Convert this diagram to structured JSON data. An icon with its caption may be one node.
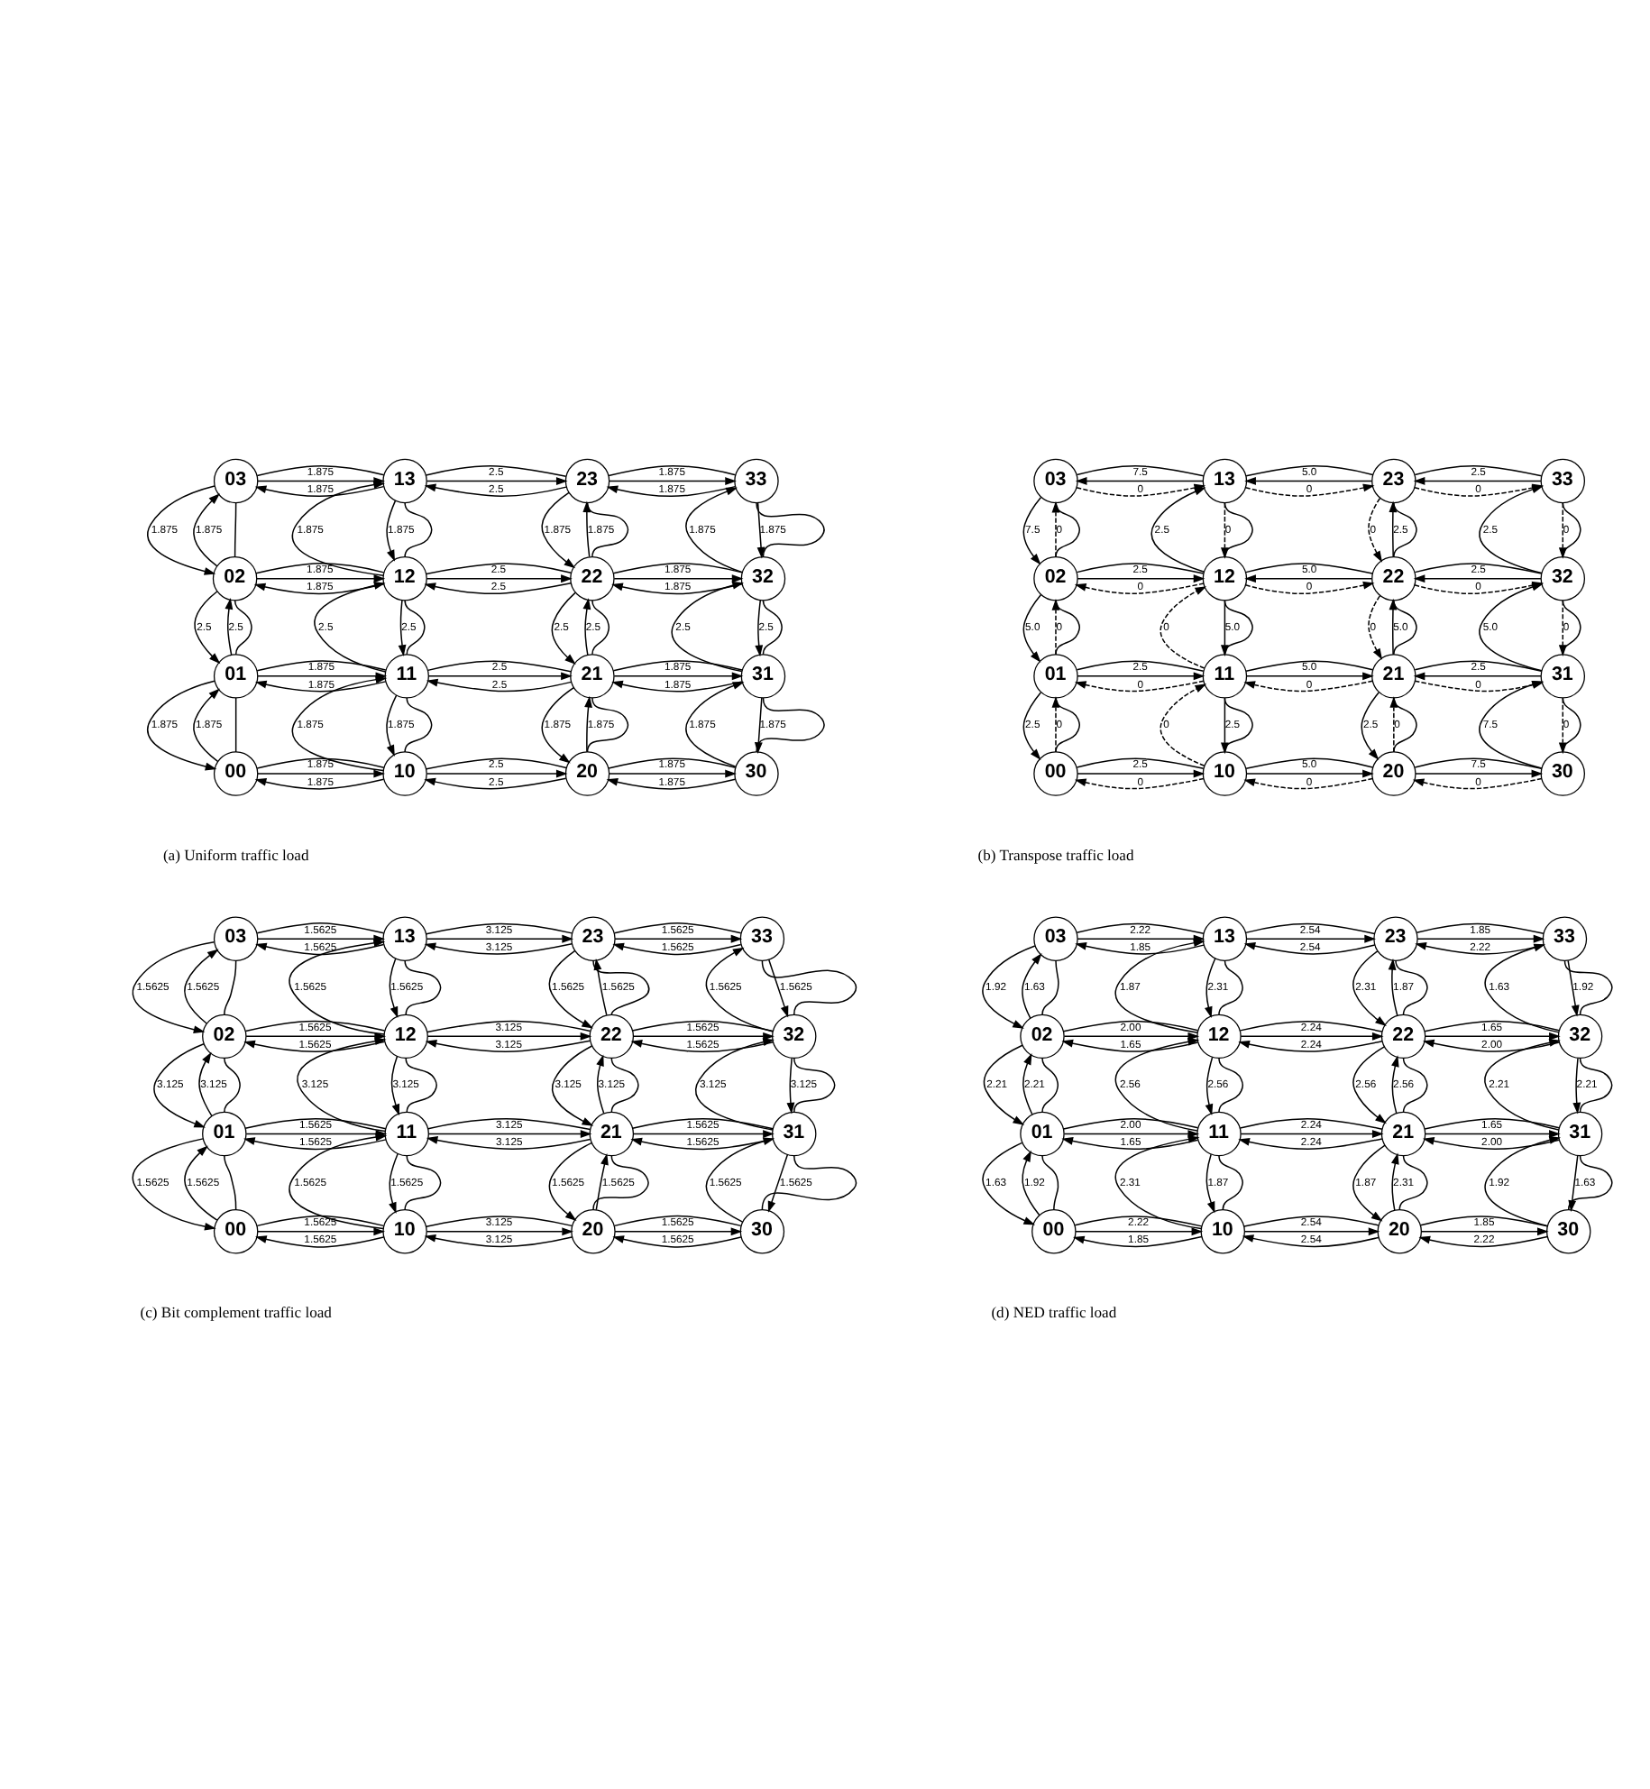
{
  "diagram": {
    "nodes": [
      {
        "text": [
          "03"
        ]
      },
      {
        "text": [
          "13"
        ]
      },
      {
        "text": [
          "23"
        ]
      },
      {
        "text": [
          "33"
        ]
      },
      {
        "text": [
          "02"
        ]
      },
      {
        "text": [
          "12"
        ]
      },
      {
        "text": [
          "22"
        ]
      },
      {
        "text": [
          "32"
        ]
      },
      {
        "text": [
          "01"
        ]
      },
      {
        "text": [
          "11"
        ]
      },
      {
        "text": [
          "21"
        ]
      },
      {
        "text": [
          "31"
        ]
      },
      {
        "text": [
          "00"
        ]
      },
      {
        "text": [
          "10"
        ]
      },
      {
        "text": [
          "20"
        ]
      },
      {
        "text": [
          "30"
        ]
      },
      {
        "text": [
          "03"
        ]
      },
      {
        "text": [
          "13"
        ]
      },
      {
        "text": [
          "23"
        ]
      },
      {
        "text": [
          "33"
        ]
      },
      {
        "text": [
          "02"
        ]
      },
      {
        "text": [
          "12"
        ]
      },
      {
        "text": [
          "22"
        ]
      },
      {
        "text": [
          "32"
        ]
      },
      {
        "text": [
          "01"
        ]
      },
      {
        "text": [
          "11"
        ]
      },
      {
        "text": [
          "21"
        ]
      },
      {
        "text": [
          "31"
        ]
      },
      {
        "text": [
          "00"
        ]
      },
      {
        "text": [
          "10"
        ]
      },
      {
        "text": [
          "20"
        ]
      },
      {
        "text": [
          "30"
        ]
      },
      {
        "text": [
          "03"
        ]
      },
      {
        "text": [
          "13"
        ]
      },
      {
        "text": [
          "23"
        ]
      },
      {
        "text": [
          "33"
        ]
      },
      {
        "text": [
          "02"
        ]
      },
      {
        "text": [
          "12"
        ]
      },
      {
        "text": [
          "22"
        ]
      },
      {
        "text": [
          "32"
        ]
      },
      {
        "text": [
          "01"
        ]
      },
      {
        "text": [
          "11"
        ]
      },
      {
        "text": [
          "21"
        ]
      },
      {
        "text": [
          "31"
        ]
      },
      {
        "text": [
          "00"
        ]
      },
      {
        "text": [
          "10"
        ]
      },
      {
        "text": [
          "20"
        ]
      },
      {
        "text": [
          "30"
        ]
      },
      {
        "text": [
          "03"
        ]
      },
      {
        "text": [
          "13"
        ]
      },
      {
        "text": [
          "23"
        ]
      },
      {
        "text": [
          "33"
        ]
      },
      {
        "text": [
          "02"
        ]
      },
      {
        "text": [
          "12"
        ]
      },
      {
        "text": [
          "22"
        ]
      },
      {
        "text": [
          "32"
        ]
      },
      {
        "text": [
          "01"
        ]
      },
      {
        "text": [
          "11"
        ]
      },
      {
        "text": [
          "21"
        ]
      },
      {
        "text": [
          "31"
        ]
      },
      {
        "text": [
          "00"
        ]
      },
      {
        "text": [
          "10"
        ]
      },
      {
        "text": [
          "20"
        ]
      },
      {
        "text": [
          "30"
        ]
      }
    ],
    "edges": [
      {
        "from": 0,
        "to": 1,
        "arrow": "to",
        "label": "1.875"
      },
      {
        "from": 0,
        "to": 1,
        "arrow": "none"
      },
      {
        "from": 1,
        "to": 0,
        "arrow": "to",
        "label": "1.875"
      },
      {
        "from": 1,
        "to": 2,
        "arrow": "to",
        "label": "2.5"
      },
      {
        "from": 1,
        "to": 2,
        "arrow": "none"
      },
      {
        "from": 2,
        "to": 1,
        "arrow": "to",
        "label": "2.5"
      },
      {
        "from": 2,
        "to": 3,
        "arrow": "to",
        "label": "1.875"
      },
      {
        "from": 2,
        "to": 3,
        "arrow": "none"
      },
      {
        "from": 3,
        "to": 2,
        "arrow": "to",
        "label": "1.875"
      },
      {
        "from": 4,
        "to": 5,
        "arrow": "to",
        "label": "1.875"
      },
      {
        "from": 4,
        "to": 5,
        "arrow": "none"
      },
      {
        "from": 5,
        "to": 4,
        "arrow": "to",
        "label": "1.875"
      },
      {
        "from": 5,
        "to": 6,
        "arrow": "to",
        "label": "2.5"
      },
      {
        "from": 5,
        "to": 6,
        "arrow": "none"
      },
      {
        "from": 6,
        "to": 5,
        "arrow": "to",
        "label": "2.5"
      },
      {
        "from": 6,
        "to": 7,
        "arrow": "to",
        "label": "1.875"
      },
      {
        "from": 6,
        "to": 7,
        "arrow": "none"
      },
      {
        "from": 7,
        "to": 6,
        "arrow": "to",
        "label": "1.875"
      },
      {
        "from": 8,
        "to": 9,
        "arrow": "to",
        "label": "1.875"
      },
      {
        "from": 8,
        "to": 9,
        "arrow": "none"
      },
      {
        "from": 9,
        "to": 8,
        "arrow": "to",
        "label": "1.875"
      },
      {
        "from": 9,
        "to": 10,
        "arrow": "to",
        "label": "2.5"
      },
      {
        "from": 9,
        "to": 10,
        "arrow": "none"
      },
      {
        "from": 10,
        "to": 9,
        "arrow": "to",
        "label": "2.5"
      },
      {
        "from": 10,
        "to": 11,
        "arrow": "to",
        "label": "1.875"
      },
      {
        "from": 10,
        "to": 11,
        "arrow": "none"
      },
      {
        "from": 11,
        "to": 10,
        "arrow": "to",
        "label": "1.875"
      },
      {
        "from": 12,
        "to": 13,
        "arrow": "to",
        "label": "1.875"
      },
      {
        "from": 12,
        "to": 13,
        "arrow": "none"
      },
      {
        "from": 13,
        "to": 12,
        "arrow": "to",
        "label": "1.875"
      },
      {
        "from": 13,
        "to": 14,
        "arrow": "to",
        "label": "2.5"
      },
      {
        "from": 13,
        "to": 14,
        "arrow": "none"
      },
      {
        "from": 14,
        "to": 13,
        "arrow": "to",
        "label": "2.5"
      },
      {
        "from": 14,
        "to": 15,
        "arrow": "to",
        "label": "1.875"
      },
      {
        "from": 14,
        "to": 15,
        "arrow": "none"
      },
      {
        "from": 15,
        "to": 14,
        "arrow": "to",
        "label": "1.875"
      },
      {
        "from": 4,
        "to": 0,
        "arrow": "to",
        "label": "1.875"
      },
      {
        "from": 0,
        "to": 4,
        "arrow": "none"
      },
      {
        "from": 0,
        "to": 4,
        "arrow": "to",
        "label": "1.875"
      },
      {
        "from": 5,
        "to": 1,
        "arrow": "to",
        "label": "1.875"
      },
      {
        "from": 1,
        "to": 5,
        "arrow": "none"
      },
      {
        "from": 1,
        "to": 5,
        "arrow": "to",
        "label": "1.875"
      },
      {
        "from": 6,
        "to": 2,
        "arrow": "to",
        "label": "1.875"
      },
      {
        "from": 2,
        "to": 6,
        "arrow": "none"
      },
      {
        "from": 2,
        "to": 6,
        "arrow": "to",
        "label": "1.875"
      },
      {
        "from": 7,
        "to": 3,
        "arrow": "to",
        "label": "1.875"
      },
      {
        "from": 3,
        "to": 7,
        "arrow": "none"
      },
      {
        "from": 3,
        "to": 7,
        "arrow": "to",
        "label": "1.875"
      },
      {
        "from": 8,
        "to": 4,
        "arrow": "to",
        "label": "2.5"
      },
      {
        "from": 4,
        "to": 8,
        "arrow": "none"
      },
      {
        "from": 4,
        "to": 8,
        "arrow": "to",
        "label": "2.5"
      },
      {
        "from": 9,
        "to": 5,
        "arrow": "to",
        "label": "2.5"
      },
      {
        "from": 5,
        "to": 9,
        "arrow": "none"
      },
      {
        "from": 5,
        "to": 9,
        "arrow": "to",
        "label": "2.5"
      },
      {
        "from": 10,
        "to": 6,
        "arrow": "to",
        "label": "2.5"
      },
      {
        "from": 6,
        "to": 10,
        "arrow": "none"
      },
      {
        "from": 6,
        "to": 10,
        "arrow": "to",
        "label": "2.5"
      },
      {
        "from": 11,
        "to": 7,
        "arrow": "to",
        "label": "2.5"
      },
      {
        "from": 7,
        "to": 11,
        "arrow": "none"
      },
      {
        "from": 7,
        "to": 11,
        "arrow": "to",
        "label": "2.5"
      },
      {
        "from": 12,
        "to": 8,
        "arrow": "to",
        "label": "1.875"
      },
      {
        "from": 8,
        "to": 12,
        "arrow": "none"
      },
      {
        "from": 8,
        "to": 12,
        "arrow": "to",
        "label": "1.875"
      },
      {
        "from": 13,
        "to": 9,
        "arrow": "to",
        "label": "1.875"
      },
      {
        "from": 9,
        "to": 13,
        "arrow": "none"
      },
      {
        "from": 9,
        "to": 13,
        "arrow": "to",
        "label": "1.875"
      },
      {
        "from": 14,
        "to": 10,
        "arrow": "to",
        "label": "1.875"
      },
      {
        "from": 10,
        "to": 14,
        "arrow": "none"
      },
      {
        "from": 10,
        "to": 14,
        "arrow": "to",
        "label": "1.875"
      },
      {
        "from": 15,
        "to": 11,
        "arrow": "to",
        "label": "1.875"
      },
      {
        "from": 11,
        "to": 15,
        "arrow": "none"
      },
      {
        "from": 11,
        "to": 15,
        "arrow": "to",
        "label": "1.875"
      },
      {
        "from": 16,
        "to": 17,
        "arrow": "to",
        "label": "0",
        "style": "dashed"
      },
      {
        "from": 16,
        "to": 17,
        "arrow": "none"
      },
      {
        "from": 17,
        "to": 16,
        "arrow": "to",
        "label": "7.5"
      },
      {
        "from": 17,
        "to": 18,
        "arrow": "to",
        "label": "0",
        "style": "dashed"
      },
      {
        "from": 17,
        "to": 18,
        "arrow": "none"
      },
      {
        "from": 18,
        "to": 17,
        "arrow": "to",
        "label": "5.0"
      },
      {
        "from": 18,
        "to": 19,
        "arrow": "to",
        "label": "0",
        "style": "dashed"
      },
      {
        "from": 18,
        "to": 19,
        "arrow": "none"
      },
      {
        "from": 19,
        "to": 18,
        "arrow": "to",
        "label": "2.5"
      },
      {
        "from": 20,
        "to": 21,
        "arrow": "to",
        "label": "2.5"
      },
      {
        "from": 20,
        "to": 21,
        "arrow": "none"
      },
      {
        "from": 21,
        "to": 20,
        "arrow": "to",
        "label": "0",
        "style": "dashed"
      },
      {
        "from": 21,
        "to": 22,
        "arrow": "to",
        "label": "0",
        "style": "dashed"
      },
      {
        "from": 21,
        "to": 22,
        "arrow": "none"
      },
      {
        "from": 22,
        "to": 21,
        "arrow": "to",
        "label": "5.0"
      },
      {
        "from": 22,
        "to": 23,
        "arrow": "to",
        "label": "0",
        "style": "dashed"
      },
      {
        "from": 22,
        "to": 23,
        "arrow": "none"
      },
      {
        "from": 23,
        "to": 22,
        "arrow": "to",
        "label": "2.5"
      },
      {
        "from": 24,
        "to": 25,
        "arrow": "to",
        "label": "2.5"
      },
      {
        "from": 24,
        "to": 25,
        "arrow": "none"
      },
      {
        "from": 25,
        "to": 24,
        "arrow": "to",
        "label": "0",
        "style": "dashed"
      },
      {
        "from": 25,
        "to": 26,
        "arrow": "to",
        "label": "5.0"
      },
      {
        "from": 25,
        "to": 26,
        "arrow": "none"
      },
      {
        "from": 26,
        "to": 25,
        "arrow": "to",
        "label": "0",
        "style": "dashed"
      },
      {
        "from": 26,
        "to": 27,
        "arrow": "to",
        "label": "0",
        "style": "dashed"
      },
      {
        "from": 26,
        "to": 27,
        "arrow": "none"
      },
      {
        "from": 27,
        "to": 26,
        "arrow": "to",
        "label": "2.5"
      },
      {
        "from": 28,
        "to": 29,
        "arrow": "to",
        "label": "2.5"
      },
      {
        "from": 28,
        "to": 29,
        "arrow": "none"
      },
      {
        "from": 29,
        "to": 28,
        "arrow": "to",
        "label": "0",
        "style": "dashed"
      },
      {
        "from": 29,
        "to": 30,
        "arrow": "to",
        "label": "5.0"
      },
      {
        "from": 29,
        "to": 30,
        "arrow": "none"
      },
      {
        "from": 30,
        "to": 29,
        "arrow": "to",
        "label": "0",
        "style": "dashed"
      },
      {
        "from": 30,
        "to": 31,
        "arrow": "to",
        "label": "7.5"
      },
      {
        "from": 30,
        "to": 31,
        "arrow": "none"
      },
      {
        "from": 31,
        "to": 30,
        "arrow": "to",
        "label": "0",
        "style": "dashed"
      },
      {
        "from": 20,
        "to": 16,
        "arrow": "to",
        "label": "0",
        "style": "dashed"
      },
      {
        "from": 16,
        "to": 20,
        "arrow": "none"
      },
      {
        "from": 16,
        "to": 20,
        "arrow": "to",
        "label": "7.5"
      },
      {
        "from": 21,
        "to": 17,
        "arrow": "to",
        "label": "2.5"
      },
      {
        "from": 17,
        "to": 21,
        "arrow": "none"
      },
      {
        "from": 17,
        "to": 21,
        "arrow": "to",
        "label": "0",
        "style": "dashed"
      },
      {
        "from": 22,
        "to": 18,
        "arrow": "to",
        "label": "2.5"
      },
      {
        "from": 18,
        "to": 22,
        "arrow": "none"
      },
      {
        "from": 18,
        "to": 22,
        "arrow": "to",
        "label": "0",
        "style": "dashed"
      },
      {
        "from": 23,
        "to": 19,
        "arrow": "to",
        "label": "2.5"
      },
      {
        "from": 19,
        "to": 23,
        "arrow": "none"
      },
      {
        "from": 19,
        "to": 23,
        "arrow": "to",
        "label": "0",
        "style": "dashed"
      },
      {
        "from": 24,
        "to": 20,
        "arrow": "to",
        "label": "0",
        "style": "dashed"
      },
      {
        "from": 20,
        "to": 24,
        "arrow": "none"
      },
      {
        "from": 20,
        "to": 24,
        "arrow": "to",
        "label": "5.0"
      },
      {
        "from": 25,
        "to": 21,
        "arrow": "to",
        "label": "0",
        "style": "dashed"
      },
      {
        "from": 21,
        "to": 25,
        "arrow": "none"
      },
      {
        "from": 21,
        "to": 25,
        "arrow": "to",
        "label": "5.0"
      },
      {
        "from": 26,
        "to": 22,
        "arrow": "to",
        "label": "5.0"
      },
      {
        "from": 22,
        "to": 26,
        "arrow": "none"
      },
      {
        "from": 22,
        "to": 26,
        "arrow": "to",
        "label": "0",
        "style": "dashed"
      },
      {
        "from": 27,
        "to": 23,
        "arrow": "to",
        "label": "5.0"
      },
      {
        "from": 23,
        "to": 27,
        "arrow": "none"
      },
      {
        "from": 23,
        "to": 27,
        "arrow": "to",
        "label": "0",
        "style": "dashed"
      },
      {
        "from": 28,
        "to": 24,
        "arrow": "to",
        "label": "0",
        "style": "dashed"
      },
      {
        "from": 24,
        "to": 28,
        "arrow": "none"
      },
      {
        "from": 24,
        "to": 28,
        "arrow": "to",
        "label": "2.5"
      },
      {
        "from": 29,
        "to": 25,
        "arrow": "to",
        "label": "0",
        "style": "dashed"
      },
      {
        "from": 25,
        "to": 29,
        "arrow": "none"
      },
      {
        "from": 25,
        "to": 29,
        "arrow": "to",
        "label": "2.5"
      },
      {
        "from": 30,
        "to": 26,
        "arrow": "to",
        "label": "0",
        "style": "dashed"
      },
      {
        "from": 26,
        "to": 30,
        "arrow": "none"
      },
      {
        "from": 26,
        "to": 30,
        "arrow": "to",
        "label": "2.5"
      },
      {
        "from": 31,
        "to": 27,
        "arrow": "to",
        "label": "7.5"
      },
      {
        "from": 27,
        "to": 31,
        "arrow": "none"
      },
      {
        "from": 27,
        "to": 31,
        "arrow": "to",
        "label": "0",
        "style": "dashed"
      },
      {
        "from": 32,
        "to": 33,
        "arrow": "to",
        "label": "1.5625"
      },
      {
        "from": 32,
        "to": 33,
        "arrow": "none"
      },
      {
        "from": 33,
        "to": 32,
        "arrow": "to",
        "label": "1.5625"
      },
      {
        "from": 33,
        "to": 34,
        "arrow": "to",
        "label": "3.125"
      },
      {
        "from": 33,
        "to": 34,
        "arrow": "none"
      },
      {
        "from": 34,
        "to": 33,
        "arrow": "to",
        "label": "3.125"
      },
      {
        "from": 34,
        "to": 35,
        "arrow": "to",
        "label": "1.5625"
      },
      {
        "from": 34,
        "to": 35,
        "arrow": "none"
      },
      {
        "from": 35,
        "to": 34,
        "arrow": "to",
        "label": "1.5625"
      },
      {
        "from": 36,
        "to": 37,
        "arrow": "to",
        "label": "1.5625"
      },
      {
        "from": 36,
        "to": 37,
        "arrow": "none"
      },
      {
        "from": 37,
        "to": 36,
        "arrow": "to",
        "label": "1.5625"
      },
      {
        "from": 37,
        "to": 38,
        "arrow": "to",
        "label": "3.125"
      },
      {
        "from": 37,
        "to": 38,
        "arrow": "none"
      },
      {
        "from": 38,
        "to": 37,
        "arrow": "to",
        "label": "3.125"
      },
      {
        "from": 38,
        "to": 39,
        "arrow": "to",
        "label": "1.5625"
      },
      {
        "from": 38,
        "to": 39,
        "arrow": "none"
      },
      {
        "from": 39,
        "to": 38,
        "arrow": "to",
        "label": "1.5625"
      },
      {
        "from": 40,
        "to": 41,
        "arrow": "to",
        "label": "1.5625"
      },
      {
        "from": 40,
        "to": 41,
        "arrow": "none"
      },
      {
        "from": 41,
        "to": 40,
        "arrow": "to",
        "label": "1.5625"
      },
      {
        "from": 41,
        "to": 42,
        "arrow": "to",
        "label": "3.125"
      },
      {
        "from": 41,
        "to": 42,
        "arrow": "none"
      },
      {
        "from": 42,
        "to": 41,
        "arrow": "to",
        "label": "3.125"
      },
      {
        "from": 42,
        "to": 43,
        "arrow": "to",
        "label": "1.5625"
      },
      {
        "from": 42,
        "to": 43,
        "arrow": "none"
      },
      {
        "from": 43,
        "to": 42,
        "arrow": "to",
        "label": "1.5625"
      },
      {
        "from": 44,
        "to": 45,
        "arrow": "to",
        "label": "1.5625"
      },
      {
        "from": 44,
        "to": 45,
        "arrow": "none"
      },
      {
        "from": 45,
        "to": 44,
        "arrow": "to",
        "label": "1.5625"
      },
      {
        "from": 45,
        "to": 46,
        "arrow": "to",
        "label": "3.125"
      },
      {
        "from": 45,
        "to": 46,
        "arrow": "none"
      },
      {
        "from": 46,
        "to": 45,
        "arrow": "to",
        "label": "3.125"
      },
      {
        "from": 46,
        "to": 47,
        "arrow": "to",
        "label": "1.5625"
      },
      {
        "from": 46,
        "to": 47,
        "arrow": "none"
      },
      {
        "from": 47,
        "to": 46,
        "arrow": "to",
        "label": "1.5625"
      },
      {
        "from": 36,
        "to": 32,
        "arrow": "to",
        "label": "1.5625"
      },
      {
        "from": 32,
        "to": 36,
        "arrow": "none"
      },
      {
        "from": 32,
        "to": 36,
        "arrow": "to",
        "label": "1.5625"
      },
      {
        "from": 37,
        "to": 33,
        "arrow": "to",
        "label": "1.5625"
      },
      {
        "from": 33,
        "to": 37,
        "arrow": "none"
      },
      {
        "from": 33,
        "to": 37,
        "arrow": "to",
        "label": "1.5625"
      },
      {
        "from": 38,
        "to": 34,
        "arrow": "to",
        "label": "1.5625"
      },
      {
        "from": 34,
        "to": 38,
        "arrow": "none"
      },
      {
        "from": 34,
        "to": 38,
        "arrow": "to",
        "label": "1.5625"
      },
      {
        "from": 39,
        "to": 35,
        "arrow": "to",
        "label": "1.5625"
      },
      {
        "from": 35,
        "to": 39,
        "arrow": "none"
      },
      {
        "from": 35,
        "to": 39,
        "arrow": "to",
        "label": "1.5625"
      },
      {
        "from": 40,
        "to": 36,
        "arrow": "to",
        "label": "3.125"
      },
      {
        "from": 36,
        "to": 40,
        "arrow": "none"
      },
      {
        "from": 36,
        "to": 40,
        "arrow": "to",
        "label": "3.125"
      },
      {
        "from": 41,
        "to": 37,
        "arrow": "to",
        "label": "3.125"
      },
      {
        "from": 37,
        "to": 41,
        "arrow": "none"
      },
      {
        "from": 37,
        "to": 41,
        "arrow": "to",
        "label": "3.125"
      },
      {
        "from": 42,
        "to": 38,
        "arrow": "to",
        "label": "3.125"
      },
      {
        "from": 38,
        "to": 42,
        "arrow": "none"
      },
      {
        "from": 38,
        "to": 42,
        "arrow": "to",
        "label": "3.125"
      },
      {
        "from": 43,
        "to": 39,
        "arrow": "to",
        "label": "3.125"
      },
      {
        "from": 39,
        "to": 43,
        "arrow": "none"
      },
      {
        "from": 39,
        "to": 43,
        "arrow": "to",
        "label": "3.125"
      },
      {
        "from": 44,
        "to": 40,
        "arrow": "to",
        "label": "1.5625"
      },
      {
        "from": 40,
        "to": 44,
        "arrow": "none"
      },
      {
        "from": 40,
        "to": 44,
        "arrow": "to",
        "label": "1.5625"
      },
      {
        "from": 45,
        "to": 41,
        "arrow": "to",
        "label": "1.5625"
      },
      {
        "from": 41,
        "to": 45,
        "arrow": "none"
      },
      {
        "from": 41,
        "to": 45,
        "arrow": "to",
        "label": "1.5625"
      },
      {
        "from": 46,
        "to": 42,
        "arrow": "to",
        "label": "1.5625"
      },
      {
        "from": 42,
        "to": 46,
        "arrow": "none"
      },
      {
        "from": 42,
        "to": 46,
        "arrow": "to",
        "label": "1.5625"
      },
      {
        "from": 47,
        "to": 43,
        "arrow": "to",
        "label": "1.5625"
      },
      {
        "from": 43,
        "to": 47,
        "arrow": "none"
      },
      {
        "from": 43,
        "to": 47,
        "arrow": "to",
        "label": "1.5625"
      },
      {
        "from": 48,
        "to": 49,
        "arrow": "to",
        "label": "2.22"
      },
      {
        "from": 48,
        "to": 49,
        "arrow": "none"
      },
      {
        "from": 49,
        "to": 48,
        "arrow": "to",
        "label": "1.85"
      },
      {
        "from": 49,
        "to": 50,
        "arrow": "to",
        "label": "2.54"
      },
      {
        "from": 49,
        "to": 50,
        "arrow": "none"
      },
      {
        "from": 50,
        "to": 49,
        "arrow": "to",
        "label": "2.54"
      },
      {
        "from": 50,
        "to": 51,
        "arrow": "to",
        "label": "1.85"
      },
      {
        "from": 50,
        "to": 51,
        "arrow": "none"
      },
      {
        "from": 51,
        "to": 50,
        "arrow": "to",
        "label": "2.22"
      },
      {
        "from": 52,
        "to": 53,
        "arrow": "to",
        "label": "2.00"
      },
      {
        "from": 52,
        "to": 53,
        "arrow": "none"
      },
      {
        "from": 53,
        "to": 52,
        "arrow": "to",
        "label": "1.65"
      },
      {
        "from": 53,
        "to": 54,
        "arrow": "to",
        "label": "2.24"
      },
      {
        "from": 53,
        "to": 54,
        "arrow": "none"
      },
      {
        "from": 54,
        "to": 53,
        "arrow": "to",
        "label": "2.24"
      },
      {
        "from": 54,
        "to": 55,
        "arrow": "to",
        "label": "1.65"
      },
      {
        "from": 54,
        "to": 55,
        "arrow": "none"
      },
      {
        "from": 55,
        "to": 54,
        "arrow": "to",
        "label": "2.00"
      },
      {
        "from": 56,
        "to": 57,
        "arrow": "to",
        "label": "2.00"
      },
      {
        "from": 56,
        "to": 57,
        "arrow": "none"
      },
      {
        "from": 57,
        "to": 56,
        "arrow": "to",
        "label": "1.65"
      },
      {
        "from": 57,
        "to": 58,
        "arrow": "to",
        "label": "2.24"
      },
      {
        "from": 57,
        "to": 58,
        "arrow": "none"
      },
      {
        "from": 58,
        "to": 57,
        "arrow": "to",
        "label": "2.24"
      },
      {
        "from": 58,
        "to": 59,
        "arrow": "to",
        "label": "1.65"
      },
      {
        "from": 58,
        "to": 59,
        "arrow": "none"
      },
      {
        "from": 59,
        "to": 58,
        "arrow": "to",
        "label": "2.00"
      },
      {
        "from": 60,
        "to": 61,
        "arrow": "to",
        "label": "2.22"
      },
      {
        "from": 60,
        "to": 61,
        "arrow": "none"
      },
      {
        "from": 61,
        "to": 60,
        "arrow": "to",
        "label": "1.85"
      },
      {
        "from": 61,
        "to": 62,
        "arrow": "to",
        "label": "2.54"
      },
      {
        "from": 61,
        "to": 62,
        "arrow": "none"
      },
      {
        "from": 62,
        "to": 61,
        "arrow": "to",
        "label": "2.54"
      },
      {
        "from": 62,
        "to": 63,
        "arrow": "to",
        "label": "1.85"
      },
      {
        "from": 62,
        "to": 63,
        "arrow": "none"
      },
      {
        "from": 63,
        "to": 62,
        "arrow": "to",
        "label": "2.22"
      },
      {
        "from": 52,
        "to": 48,
        "arrow": "to",
        "label": "1.63"
      },
      {
        "from": 48,
        "to": 52,
        "arrow": "none"
      },
      {
        "from": 48,
        "to": 52,
        "arrow": "to",
        "label": "1.92"
      },
      {
        "from": 53,
        "to": 49,
        "arrow": "to",
        "label": "1.87"
      },
      {
        "from": 49,
        "to": 53,
        "arrow": "none"
      },
      {
        "from": 49,
        "to": 53,
        "arrow": "to",
        "label": "2.31"
      },
      {
        "from": 54,
        "to": 50,
        "arrow": "to",
        "label": "1.87"
      },
      {
        "from": 50,
        "to": 54,
        "arrow": "none"
      },
      {
        "from": 50,
        "to": 54,
        "arrow": "to",
        "label": "2.31"
      },
      {
        "from": 55,
        "to": 51,
        "arrow": "to",
        "label": "1.63"
      },
      {
        "from": 51,
        "to": 55,
        "arrow": "none"
      },
      {
        "from": 51,
        "to": 55,
        "arrow": "to",
        "label": "1.92"
      },
      {
        "from": 56,
        "to": 52,
        "arrow": "to",
        "label": "2.21"
      },
      {
        "from": 52,
        "to": 56,
        "arrow": "none"
      },
      {
        "from": 52,
        "to": 56,
        "arrow": "to",
        "label": "2.21"
      },
      {
        "from": 57,
        "to": 53,
        "arrow": "to",
        "label": "2.56"
      },
      {
        "from": 53,
        "to": 57,
        "arrow": "none"
      },
      {
        "from": 53,
        "to": 57,
        "arrow": "to",
        "label": "2.56"
      },
      {
        "from": 58,
        "to": 54,
        "arrow": "to",
        "label": "2.56"
      },
      {
        "from": 54,
        "to": 58,
        "arrow": "none"
      },
      {
        "from": 54,
        "to": 58,
        "arrow": "to",
        "label": "2.56"
      },
      {
        "from": 59,
        "to": 55,
        "arrow": "to",
        "label": "2.21"
      },
      {
        "from": 55,
        "to": 59,
        "arrow": "none"
      },
      {
        "from": 55,
        "to": 59,
        "arrow": "to",
        "label": "2.21"
      },
      {
        "from": 60,
        "to": 56,
        "arrow": "to",
        "label": "1.92"
      },
      {
        "from": 56,
        "to": 60,
        "arrow": "none"
      },
      {
        "from": 56,
        "to": 60,
        "arrow": "to",
        "label": "1.63"
      },
      {
        "from": 61,
        "to": 57,
        "arrow": "to",
        "label": "2.31"
      },
      {
        "from": 57,
        "to": 61,
        "arrow": "none"
      },
      {
        "from": 57,
        "to": 61,
        "arrow": "to",
        "label": "1.87"
      },
      {
        "from": 62,
        "to": 58,
        "arrow": "to",
        "label": "2.31"
      },
      {
        "from": 58,
        "to": 62,
        "arrow": "none"
      },
      {
        "from": 58,
        "to": 62,
        "arrow": "to",
        "label": "1.87"
      },
      {
        "from": 63,
        "to": 59,
        "arrow": "to",
        "label": "1.92"
      },
      {
        "from": 59,
        "to": 63,
        "arrow": "none"
      },
      {
        "from": 59,
        "to": 63,
        "arrow": "to",
        "label": "1.63"
      }
    ],
    "labels": [
      "(a) Uniform traffic load",
      "(b) Transpose traffic load",
      "(c) Bit complement traffic load",
      "(d) NED traffic load"
    ]
  }
}
